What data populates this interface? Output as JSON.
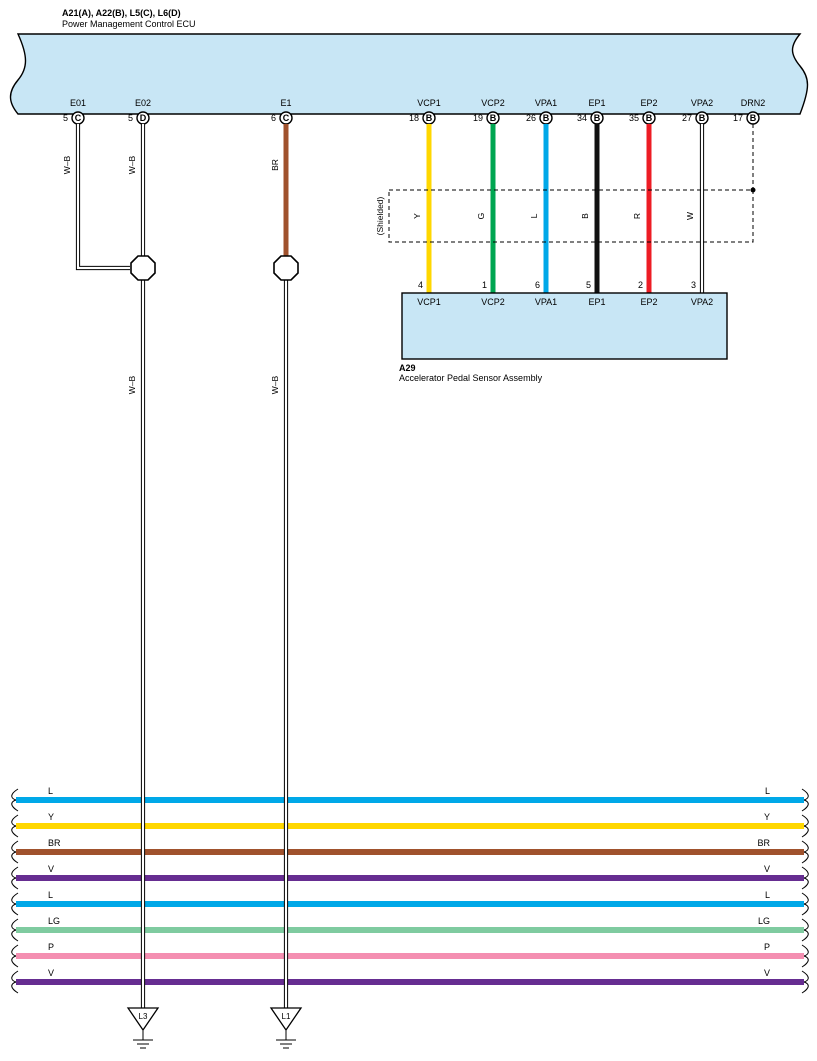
{
  "ecu": {
    "title": "A21(A), A22(B), L5(C), L6(D)",
    "subtitle": "Power Management Control ECU",
    "fill": "#c8e6f5",
    "pins": [
      {
        "name": "E01",
        "num": "5",
        "letter": "C"
      },
      {
        "name": "E02",
        "num": "5",
        "letter": "D"
      },
      {
        "name": "E1",
        "num": "6",
        "letter": "C"
      },
      {
        "name": "VCP1",
        "num": "18",
        "letter": "B"
      },
      {
        "name": "VCP2",
        "num": "19",
        "letter": "B"
      },
      {
        "name": "VPA1",
        "num": "26",
        "letter": "B"
      },
      {
        "name": "EP1",
        "num": "34",
        "letter": "B"
      },
      {
        "name": "EP2",
        "num": "35",
        "letter": "B"
      },
      {
        "name": "VPA2",
        "num": "27",
        "letter": "B"
      },
      {
        "name": "DRN2",
        "num": "17",
        "letter": "B"
      }
    ]
  },
  "sensor": {
    "id": "A29",
    "name": "Accelerator Pedal Sensor Assembly",
    "fill": "#c8e6f5",
    "pins": [
      {
        "name": "VCP1",
        "num": "4"
      },
      {
        "name": "VCP2",
        "num": "1"
      },
      {
        "name": "VPA1",
        "num": "6"
      },
      {
        "name": "EP1",
        "num": "5"
      },
      {
        "name": "EP2",
        "num": "2"
      },
      {
        "name": "VPA2",
        "num": "3"
      }
    ]
  },
  "shield_label": "(Shielded)",
  "wires": [
    {
      "label": "W–B",
      "color": "#ffffff"
    },
    {
      "label": "W–B",
      "color": "#ffffff"
    },
    {
      "label": "BR",
      "color": "#a0522d"
    },
    {
      "label": "Y",
      "color": "#ffd700"
    },
    {
      "label": "G",
      "color": "#00a651"
    },
    {
      "label": "L",
      "color": "#00a8e8"
    },
    {
      "label": "B",
      "color": "#111111"
    },
    {
      "label": "R",
      "color": "#ed1c24"
    },
    {
      "label": "W",
      "color": "#ffffff"
    }
  ],
  "ground_wires": [
    {
      "label": "W–B"
    },
    {
      "label": "W–B"
    }
  ],
  "grounds": [
    {
      "label": "L3"
    },
    {
      "label": "L1"
    }
  ],
  "bus": [
    {
      "label": "L",
      "color": "#00a8e8"
    },
    {
      "label": "Y",
      "color": "#ffd700"
    },
    {
      "label": "BR",
      "color": "#a0522d"
    },
    {
      "label": "V",
      "color": "#662d91"
    },
    {
      "label": "L",
      "color": "#00a8e8"
    },
    {
      "label": "LG",
      "color": "#7fcba0"
    },
    {
      "label": "P",
      "color": "#f48fb1"
    },
    {
      "label": "V",
      "color": "#662d91"
    }
  ]
}
